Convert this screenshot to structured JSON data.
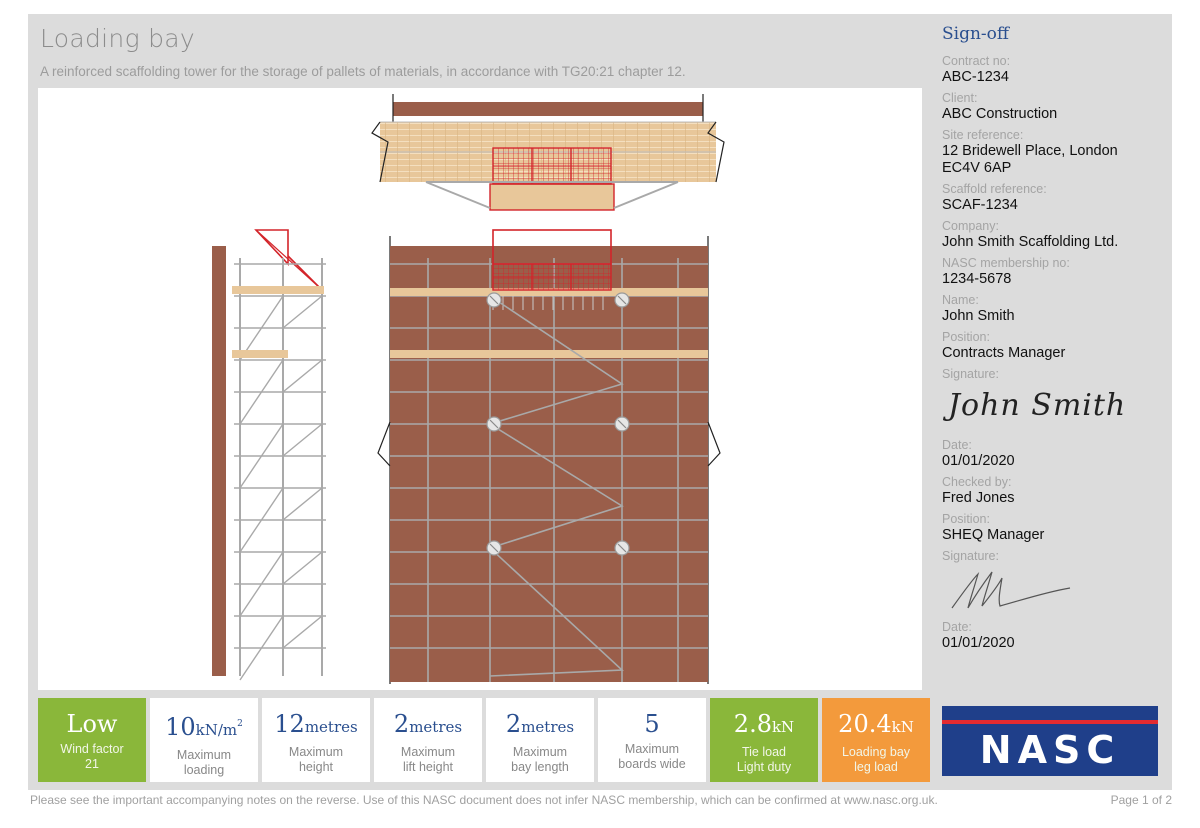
{
  "header": {
    "title": "Loading bay",
    "subtitle": "A reinforced scaffolding tower for the storage of pallets of materials, in accordance with TG20:21 chapter 12."
  },
  "signoff": {
    "heading": "Sign-off",
    "contract_label": "Contract no:",
    "contract": "ABC-1234",
    "client_label": "Client:",
    "client": "ABC Construction",
    "site_label": "Site reference:",
    "site_line1": "12 Bridewell Place, London",
    "site_line2": "EC4V 6AP",
    "scaffold_label": "Scaffold reference:",
    "scaffold": "SCAF-1234",
    "company_label": "Company:",
    "company": "John Smith Scaffolding Ltd.",
    "nasc_label": "NASC membership no:",
    "nasc": "1234-5678",
    "name_label": "Name:",
    "name": "John Smith",
    "position_label": "Position:",
    "position": "Contracts Manager",
    "signature_label": "Signature:",
    "signature_text": "John Smith",
    "date_label": "Date:",
    "date": "01/01/2020",
    "checked_label": "Checked by:",
    "checked": "Fred Jones",
    "position2_label": "Position:",
    "position2": "SHEQ Manager",
    "signature2_label": "Signature:",
    "date2_label": "Date:",
    "date2": "01/01/2020"
  },
  "stats": [
    {
      "big": "Low",
      "unit": "",
      "line1": "Wind factor",
      "line2": "21",
      "color": "#8ab73a"
    },
    {
      "big": "10",
      "unit": "kN/m",
      "sup": "2",
      "line1": "Maximum",
      "line2": "loading",
      "color": "#ffffff"
    },
    {
      "big": "12",
      "unit": "metres",
      "line1": "Maximum",
      "line2": "height",
      "color": "#ffffff"
    },
    {
      "big": "2",
      "unit": "metres",
      "line1": "Maximum",
      "line2": "lift height",
      "color": "#ffffff"
    },
    {
      "big": "2",
      "unit": "metres",
      "line1": "Maximum",
      "line2": "bay length",
      "color": "#ffffff"
    },
    {
      "big": "5",
      "unit": "",
      "line1": "Maximum",
      "line2": "boards wide",
      "color": "#ffffff"
    },
    {
      "big": "2.8",
      "unit": "kN",
      "line1": "Tie load",
      "line2": "Light duty",
      "color": "#8ab73a"
    },
    {
      "big": "20.4",
      "unit": "kN",
      "line1": "Loading bay",
      "line2": "leg load",
      "color": "#f39a3c"
    }
  ],
  "logo": {
    "text": "NASC",
    "blue": "#1f3f8a",
    "red": "#e32b30"
  },
  "footer": {
    "note": "Please see the important accompanying notes on the reverse. Use of this NASC document does not infer NASC membership, which can be confirmed at www.nasc.org.uk.",
    "page": "Page 1 of 2"
  },
  "colors": {
    "brick": "#9a5e4a",
    "board": "#e8c79a",
    "tube": "#a9a9a9",
    "guard": "#d3242a",
    "accent": "#2a4f8f"
  }
}
